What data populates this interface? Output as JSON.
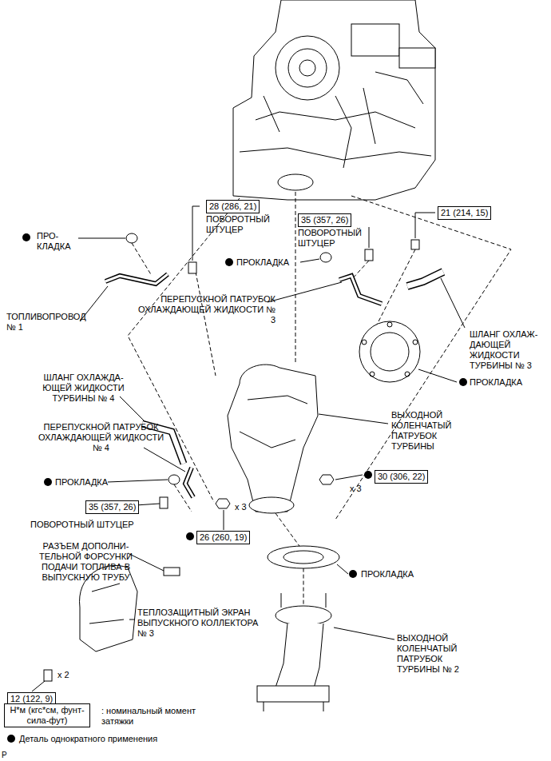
{
  "diagram": {
    "nodes": [
      {
        "text": [
          "28 (286, 21)"
        ]
      },
      {
        "text": [
          "35 (357, 26)"
        ]
      },
      {
        "text": [
          "21 (214, 15)"
        ]
      },
      {
        "text": [
          "30 (306, 22)"
        ]
      },
      {
        "text": [
          "35 (357, 26)"
        ]
      },
      {
        "text": [
          "26 (260, 19)"
        ]
      },
      {
        "text": [
          "12 (122, 9)"
        ]
      },
      {
        "text": [
          "Н*м (кгс*см, фунт-сила-фут)"
        ]
      }
    ],
    "labels": [
      "ПРО- КЛАДКА",
      "ПОВОРОТНЫЙ ШТУЦЕР",
      "ПОВОРОТНЫЙ ШТУЦЕР",
      "ПРОКЛАДКА",
      "ТОПЛИВОПРОВОД № 1",
      "ПЕРЕПУСКНОЙ ПАТРУБОК ОХЛАЖДАЮЩЕЙ ЖИДКОСТИ № 3",
      "ШЛАНГ ОХЛАЖ- ДАЮЩЕЙ ЖИДКОСТИ ТУРБИНЫ № 3",
      "ПРОКЛАДКА",
      "ШЛАНГ ОХЛАЖДА- ЮЩЕЙ ЖИДКОСТИ ТУРБИНЫ № 4",
      "ВЫХОДНОЙ КОЛЕНЧАТЫЙ ПАТРУБОК ТУРБИНЫ",
      "ПЕРЕПУСКНОЙ ПАТРУБОК ОХЛАЖДАЮЩЕЙ ЖИДКОСТИ № 4",
      "ПРОКЛАДКА",
      "x 3",
      "x 3",
      "ПОВОРОТНЫЙ ШТУЦЕР",
      "РАЗЪЕМ ДОПОЛНИ- ТЕЛЬНОЙ ФОРСУНКИ ПОДАЧИ ТОПЛИВА В ВЫПУСКНУЮ ТРУБУ",
      "ПРОКЛАДКА",
      "ТЕПЛОЗАЩИТНЫЙ ЭКРАН ВЫПУСКНОГО КОЛЛЕКТОРА № 3",
      "ВЫХОДНОЙ КОЛЕНЧАТЫЙ ПАТРУБОК ТУРБИНЫ № 2",
      "x 2",
      "P"
    ],
    "legend": [
      {
        "text": ": номинальный момент затяжки"
      },
      {
        "text": "Деталь однократного применения"
      }
    ]
  }
}
